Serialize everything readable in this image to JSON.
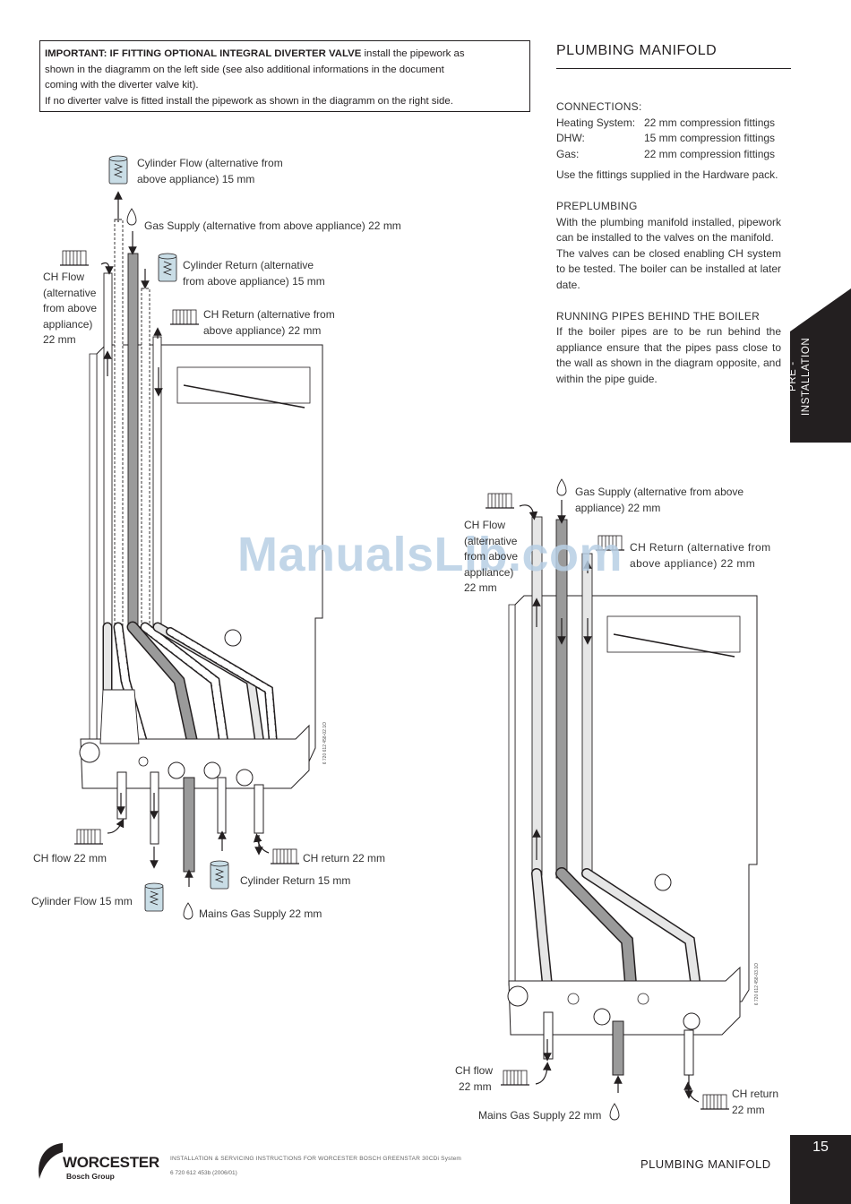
{
  "notice": {
    "line1_bold": "IMPORTANT: IF FITTING OPTIONAL INTEGRAL DIVERTER VALVE",
    "line1_rest": " install the pipework  as",
    "line2": "shown in the diagramm on the left side (see also additional informations in the document",
    "line3": "coming with the diverter valve kit).",
    "line4": "If no diverter valve is fitted install the pipework  as shown in the diagramm on the right side."
  },
  "title": "PLUMBING MANIFOLD",
  "connections": {
    "heading": "CONNECTIONS:",
    "rows": [
      {
        "key": "Heating System:",
        "value": "22 mm compression fittings"
      },
      {
        "key": "DHW:",
        "value": "15 mm compression fittings"
      },
      {
        "key": "Gas:",
        "value": "22 mm compression fittings"
      }
    ],
    "note": "Use the fittings supplied in the Hardware pack."
  },
  "preplumbing": {
    "heading": "PREPLUMBING",
    "p1": "With the plumbing manifold installed, pipework can be installed to the valves on the manifold.",
    "p2": "The valves can be closed enabling CH system to be tested. The boiler can be installed at later date."
  },
  "running": {
    "heading": "RUNNING PIPES BEHIND THE BOILER",
    "p1": "If the boiler pipes are to be run behind the appliance ensure that the pipes pass close to the wall as shown in the diagram opposite, and within the pipe guide."
  },
  "side_tab": {
    "line1": "PRE -",
    "line2": "INSTALLATION"
  },
  "left_diagram": {
    "cyl_flow_top_1": "Cylinder Flow (alternative from",
    "cyl_flow_top_2": "above appliance) 15 mm",
    "gas_top": "Gas Supply (alternative from above appliance) 22 mm",
    "ch_flow_top_1": "CH Flow",
    "ch_flow_top_2": "(alternative",
    "ch_flow_top_3": "from above",
    "ch_flow_top_4": "appliance)",
    "ch_flow_top_5": "22 mm",
    "cyl_return_top_1": "Cylinder Return (alternative",
    "cyl_return_top_2": "from above appliance) 15 mm",
    "ch_return_top_1": "CH Return (alternative from",
    "ch_return_top_2": "above appliance) 22 mm",
    "ch_flow_bottom": "CH flow  22 mm",
    "ch_return_bottom": "CH return 22 mm",
    "cyl_return_bottom": "Cylinder Return 15 mm",
    "cyl_flow_bottom": "Cylinder Flow 15 mm",
    "mains_gas": "Mains Gas Supply 22 mm",
    "code": "6 720 612 458-02.1O"
  },
  "right_diagram": {
    "gas_top_1": "Gas Supply (alternative from above",
    "gas_top_2": "appliance) 22 mm",
    "ch_flow_1": "CH Flow",
    "ch_flow_2": "(alternative",
    "ch_flow_3": "from above",
    "ch_flow_4": "appliance)",
    "ch_flow_5": "22 mm",
    "ch_return_1": "CH Return (alternative from",
    "ch_return_2": "above appliance) 22 mm",
    "ch_flow_bottom_1": "CH flow",
    "ch_flow_bottom_2": "22 mm",
    "mains_gas": "Mains Gas Supply 22 mm",
    "ch_return_bottom_1": "CH return",
    "ch_return_bottom_2": "22 mm",
    "code": "6 720 612 458-03.1O"
  },
  "watermark": "ManualsLib.com",
  "footer": {
    "brand": "WORCESTER",
    "brand_sub": "Bosch Group",
    "line1": "INSTALLATION & SERVICING INSTRUCTIONS FOR WORCESTER BOSCH GREENSTAR 30CDi System",
    "line2": "6 720 612 453b (2006/01)",
    "right_title": "PLUMBING MANIFOLD",
    "page_number": "15"
  }
}
